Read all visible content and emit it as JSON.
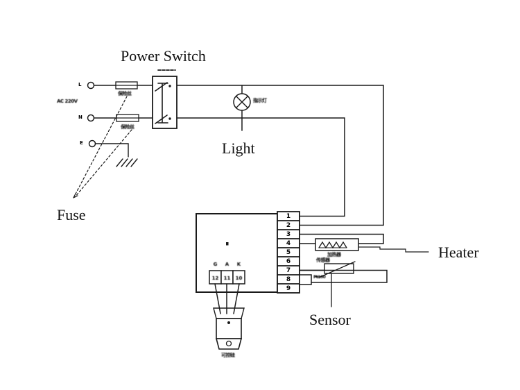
{
  "diagram": {
    "bg": "#ffffff",
    "line_color": "#1a1a1a",
    "labels": {
      "power_switch": "Power Switch",
      "light": "Light",
      "fuse": "Fuse",
      "heater": "Heater",
      "sensor": "Sensor"
    },
    "annotations": {
      "supply": "AC 220V",
      "terminal_l": "L",
      "terminal_n": "N",
      "terminal_e": "E",
      "fuse1_cn": "保险丝",
      "fuse2_cn": "保险丝",
      "indicator_cn": "指示灯",
      "heater_cn": "加热器",
      "sensor_cn": "传感器",
      "sensor_type": "Pt100",
      "scr_cn": "可控硅"
    },
    "terminal_numbers": [
      "1",
      "2",
      "3",
      "4",
      "5",
      "6",
      "7",
      "8",
      "9"
    ],
    "scr_pins": {
      "g": "G",
      "a": "A",
      "k": "K",
      "n12": "12",
      "n11": "11",
      "n10": "10"
    }
  }
}
